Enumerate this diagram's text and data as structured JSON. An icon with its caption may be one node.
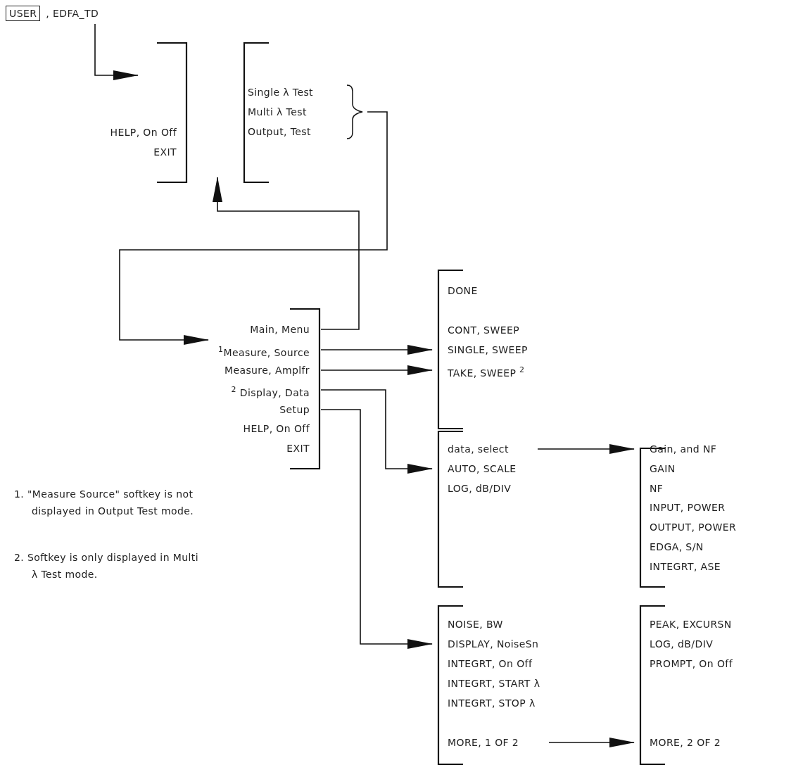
{
  "diagram": {
    "nodes": [
      {
        "text": [
          "USER"
        ],
        "beside": [
          ", EDFA_TD"
        ]
      },
      {
        "text": [
          "HELP, On Off",
          "EXIT"
        ]
      },
      {
        "text": [
          "Single λ Test",
          "Multi λ Test",
          "Output, Test"
        ]
      },
      {
        "text": [
          "Main, Menu",
          "$^{1}$Measure, Source",
          "Measure, Amplfr",
          "$^{2}$ Display, Data",
          "Setup",
          "HELP, On Off",
          "EXIT"
        ]
      },
      {
        "text": [
          "DONE",
          "CONT, SWEEP",
          "SINGLE, SWEEP",
          "TAKE, SWEEP $^{2}$"
        ]
      },
      {
        "text": [
          "data, select",
          "AUTO, SCALE",
          "LOG, dB/DIV"
        ]
      },
      {
        "text": [
          "Gain, and NF",
          "GAIN",
          "NF",
          "INPUT, POWER",
          "OUTPUT, POWER",
          "EDGA, S/N",
          "INTEGRT, ASE"
        ]
      },
      {
        "text": [
          "NOISE, BW",
          "DISPLAY, NoiseSn",
          "INTEGRT, On Off",
          "INTEGRT, START λ",
          "INTEGRT, STOP λ",
          "MORE, 1 OF 2"
        ]
      },
      {
        "text": [
          "PEAK, EXCURSN",
          "LOG, dB/DIV",
          "PROMPT, On Off",
          "MORE, 2 OF 2"
        ]
      }
    ],
    "edges": [
      {
        "from": 0,
        "to": 1,
        "arrow": "to"
      },
      {
        "from": 3,
        "to": null,
        "arrow": "to"
      },
      {
        "from": 2,
        "to": 3,
        "arrow": "to"
      },
      {
        "from": 3,
        "to": 4,
        "arrow": "to"
      },
      {
        "from": 3,
        "to": 4,
        "arrow": "to"
      },
      {
        "from": 3,
        "to": 5,
        "arrow": "to"
      },
      {
        "from": 3,
        "to": 7,
        "arrow": "to"
      },
      {
        "from": 5,
        "to": 6,
        "arrow": "to"
      },
      {
        "from": 7,
        "to": 8,
        "arrow": "to"
      }
    ],
    "labels": [
      "1. \"Measure Source\" softkey is not displayed in Output Test mode.",
      "2. Softkey is only displayed in Multi λ Test mode."
    ]
  }
}
